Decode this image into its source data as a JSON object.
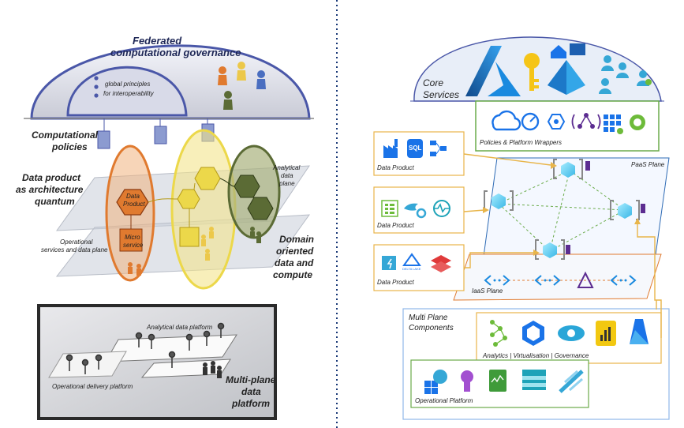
{
  "left": {
    "governance_title_line1": "Federated",
    "governance_title_line2": "computational governance",
    "global_principles_line1": "global principles",
    "global_principles_line2": "for interoperability",
    "computational_policies_line1": "Computational",
    "computational_policies_line2": "policies",
    "data_product_quantum_line1": "Data product",
    "data_product_quantum_line2": "as architecture",
    "data_product_quantum_line3": "quantum",
    "analytical_plane_line1": "Analytical",
    "analytical_plane_line2": "data",
    "analytical_plane_line3": "plane",
    "operational_services_line1": "Operational",
    "operational_services_line2": "services and data plane",
    "data_product_box_line1": "Data",
    "data_product_box_line2": "Product",
    "micro_service_line1": "Micro",
    "micro_service_line2": "service",
    "domain_oriented_line1": "Domain",
    "domain_oriented_line2": "oriented",
    "domain_oriented_line3": "data and",
    "domain_oriented_line4": "compute",
    "analytical_platform": "Analytical data platform",
    "operational_platform": "Operational delivery platform",
    "multiplane_line1": "Multi-plane",
    "multiplane_line2": "data",
    "multiplane_line3": "platform"
  },
  "right": {
    "core_services_line1": "Core",
    "core_services_line2": "Services",
    "policies_wrappers": "Policies & Platform Wrappers",
    "paas_plane": "PaaS Plane",
    "iaas_plane": "IaaS Plane",
    "data_product_1": "Data Product",
    "data_product_2": "Data Product",
    "data_product_3": "Data Product",
    "sql_text": "SQL",
    "delta_lake_text": "DELTA LAKE",
    "multi_plane_line1": "Multi Plane",
    "multi_plane_line2": "Components",
    "analytics_caption": "Analytics | Virtualisation | Governance",
    "operational_platform": "Operational Platform"
  },
  "colors": {
    "governance_blue": "#4a57a8",
    "orange": "#e07a2f",
    "yellow": "#ecd84a",
    "olive": "#5b6b35",
    "azure_blue": "#0f74d6",
    "yellow_border": "#e8b54a",
    "green_border": "#6aab4a",
    "divider": "#1b3a78"
  },
  "icons": [
    "azure-logo-icon",
    "key-icon",
    "home-icon",
    "monitor-icon",
    "entra-pyramid-icon",
    "users-icon",
    "cloud-policy-icon",
    "speedometer-icon",
    "hexagon-settings-icon",
    "network-tree-icon",
    "grid-icon",
    "cost-icon",
    "factory-icon",
    "sql-database-icon",
    "flow-icon",
    "event-hub-icon",
    "stream-gear-icon",
    "monitor-wave-icon",
    "storage-lightning-icon",
    "delta-lake-icon",
    "databricks-icon",
    "synapse-icon",
    "purview-icon",
    "powerbi-icon",
    "ml-icon",
    "analytics-tree-icon",
    "bulb-icon",
    "workbook-icon",
    "table-icon",
    "deploy-icon",
    "cube-icon",
    "endpoint-icon",
    "triangle-node-icon"
  ]
}
